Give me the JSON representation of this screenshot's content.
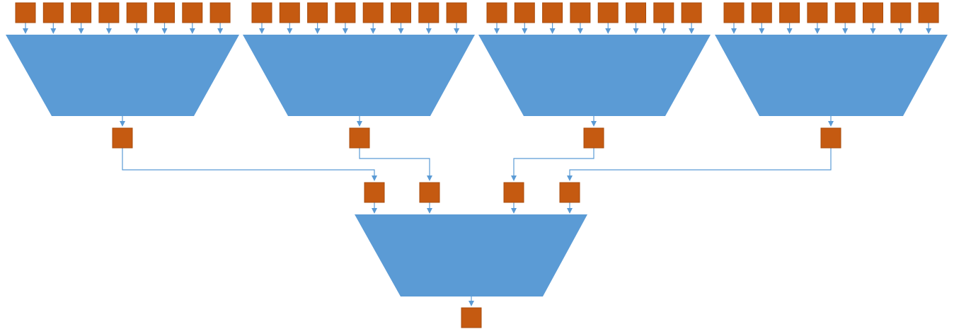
{
  "diagram": {
    "colors": {
      "node": "#C55A11",
      "node_border": "#A94C0E",
      "funnel": "#5B9BD5",
      "connector": "#5B9BD5",
      "background": "#FFFFFF"
    },
    "structure": {
      "first_stage_funnels": 4,
      "inputs_per_funnel": 8,
      "second_stage_funnels": 1,
      "second_stage_inputs": 4,
      "final_outputs": 1
    }
  }
}
